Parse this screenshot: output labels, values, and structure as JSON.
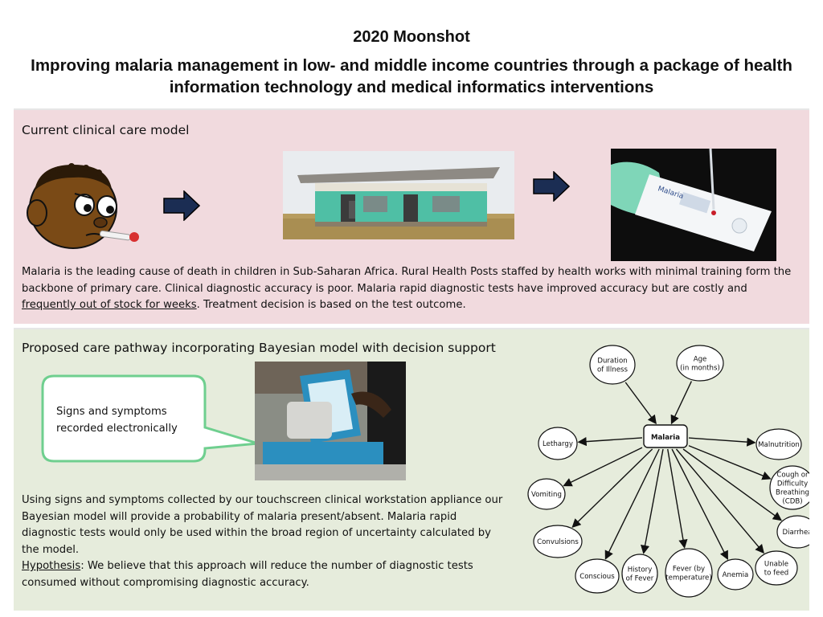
{
  "header": {
    "title": "2020 Moonshot",
    "subtitle": "Improving malaria management in low- and middle income countries through a package of health information technology and medical informatics interventions"
  },
  "current_model": {
    "heading": "Current clinical care model",
    "text_before_link": "Malaria is the leading cause of death in children in Sub-Saharan Africa. Rural Health Posts staffed by health works with minimal training form the backbone of primary care.  Clinical diagnostic accuracy is poor.  Malaria rapid diagnostic tests have improved accuracy but are costly and ",
    "link_text": "frequently out of stock for weeks",
    "text_after_link": ".  Treatment decision is based on the test outcome."
  },
  "proposed": {
    "heading": "Proposed care pathway incorporating Bayesian model with decision support",
    "callout": "Signs and symptoms recorded electronically",
    "body": "Using signs and symptoms collected by our touchscreen clinical workstation appliance our Bayesian model will provide a probability of malaria present/absent. Malaria rapid diagnostic tests would only be used within the broad region of uncertainty calculated by the model.",
    "hypothesis_label": "Hypothesis",
    "hypothesis_text": ": We believe that this approach will reduce the number of diagnostic tests consumed without compromising diagnostic accuracy."
  },
  "diagram": {
    "center": "Malaria",
    "nodes": [
      [
        "Duration",
        "of Illness"
      ],
      [
        "Age",
        "(in months)"
      ],
      [
        "Lethargy"
      ],
      [
        "Malnutrition"
      ],
      [
        "Cough or",
        "Difficulty",
        "Breathing",
        "(CDB)"
      ],
      [
        "Vomiting"
      ],
      [
        "Convulsions"
      ],
      [
        "Diarrhea"
      ],
      [
        "Unable",
        "to feed"
      ],
      [
        "Conscious"
      ],
      [
        "History",
        "of Fever"
      ],
      [
        "Fever (by",
        "temperature)"
      ],
      [
        "Anemia"
      ]
    ]
  },
  "images": {
    "child": "child-with-thermometer",
    "health_post": "rural-health-post-photo",
    "rdt": "malaria-rapid-diagnostic-test-photo",
    "workstation": "touchscreen-clinical-workstation-photo"
  },
  "colors": {
    "panel1_bg": "#f1dade",
    "panel2_bg": "#e6ecdc",
    "callout_border": "#6fcf8f",
    "arrow_fill": "#1b2d53"
  }
}
